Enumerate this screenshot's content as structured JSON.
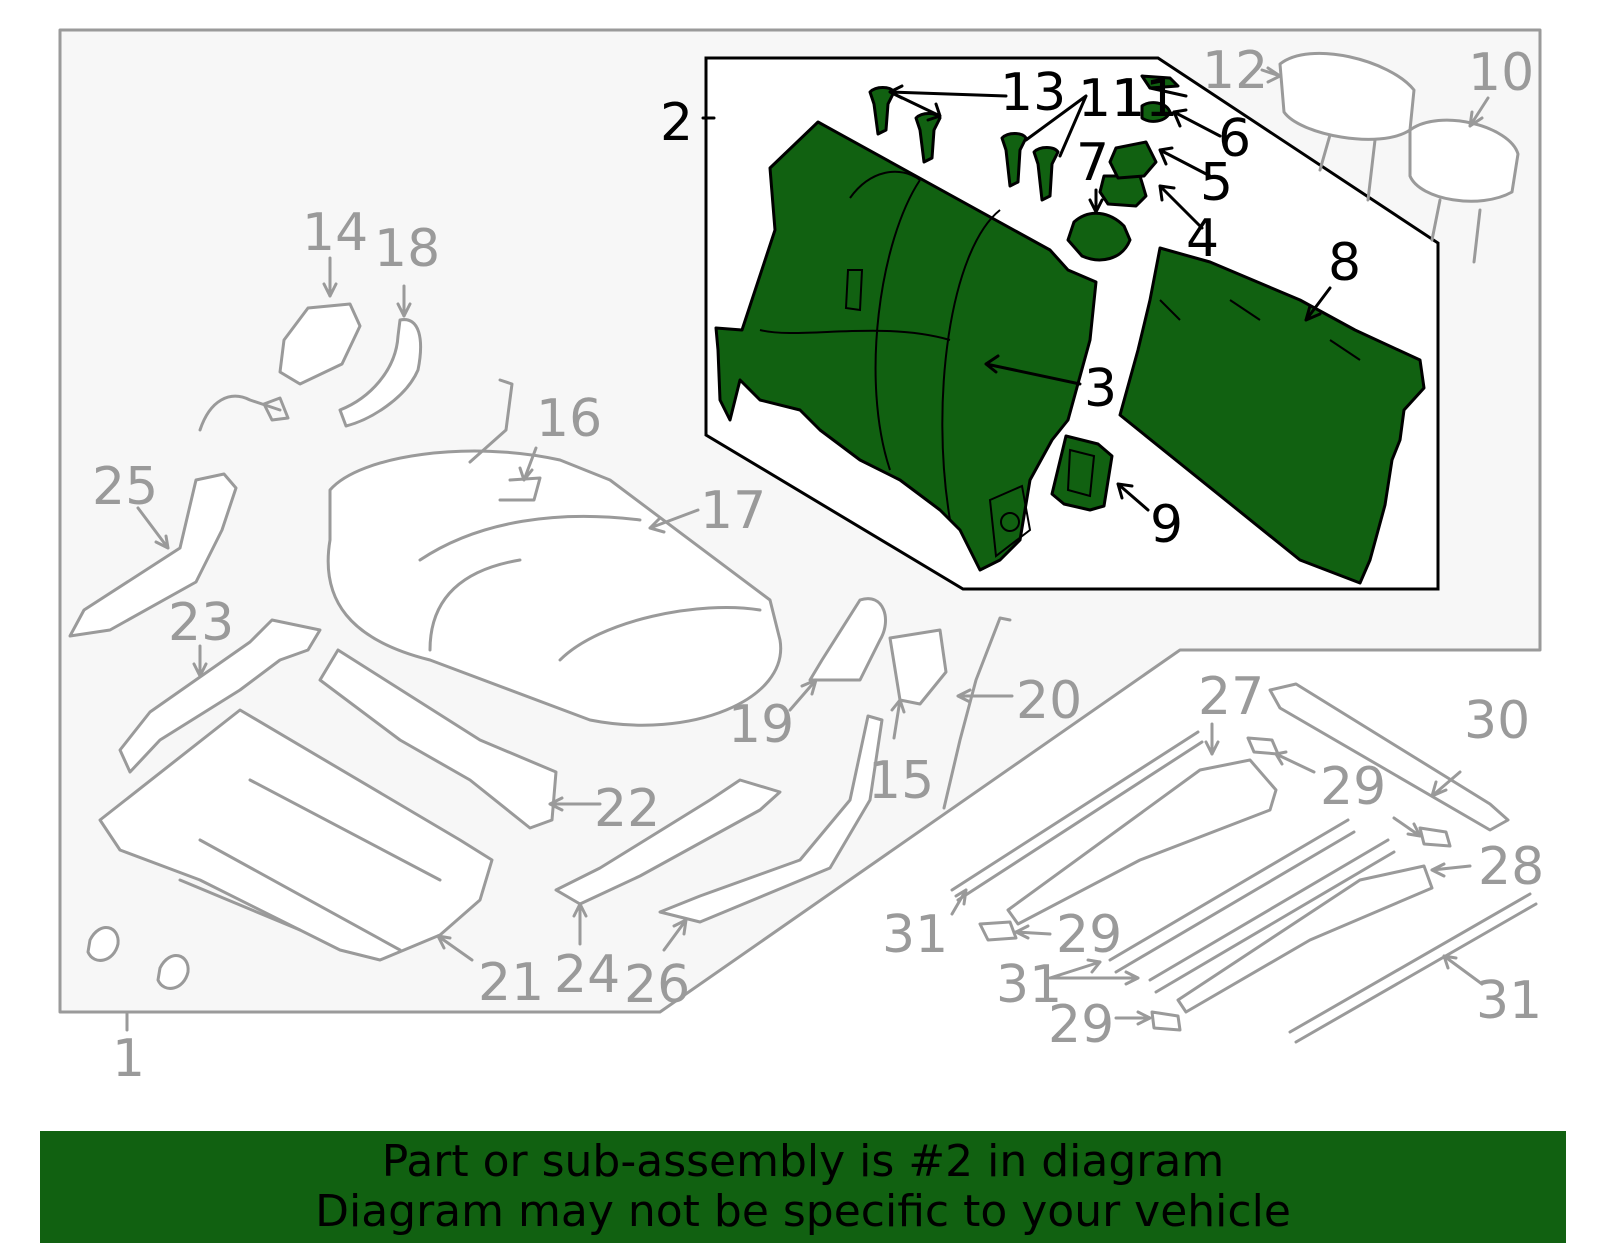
{
  "colors": {
    "highlight": "#116111",
    "banner": "#116111",
    "part_outline": "#9a9a9a",
    "frame": "#000000"
  },
  "labels": {
    "l1": "1",
    "l2": "2",
    "l3": "3",
    "l4": "4",
    "l5": "5",
    "l6": "6",
    "l7": "7",
    "l8": "8",
    "l9": "9",
    "l10": "10",
    "l11a": "11",
    "l11b": "11",
    "l12": "12",
    "l13": "13",
    "l14": "14",
    "l15": "15",
    "l16": "16",
    "l17": "17",
    "l18": "18",
    "l19": "19",
    "l20": "20",
    "l21": "21",
    "l22": "22",
    "l23": "23",
    "l24": "24",
    "l25": "25",
    "l26": "26",
    "l27": "27",
    "l28": "28",
    "l29a": "29",
    "l29b": "29",
    "l29c": "29",
    "l30": "30",
    "l31a": "31",
    "l31b": "31",
    "l31c": "31"
  },
  "banner": {
    "line1": "Part or sub-assembly is #2 in diagram",
    "line2": "Diagram may not be specific to your vehicle"
  }
}
